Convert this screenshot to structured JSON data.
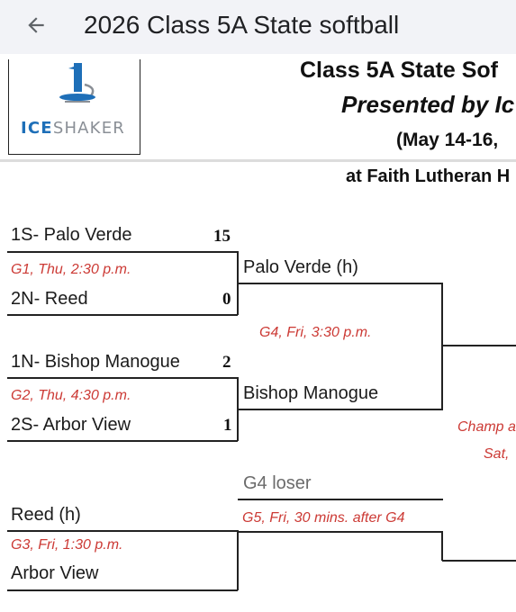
{
  "appbar": {
    "title": "2026 Class 5A State softball",
    "back_icon": "arrow-left-icon"
  },
  "logo": {
    "part1": "ICE",
    "part2": "SHAKER",
    "icon": "iceshaker-logo-icon"
  },
  "header": {
    "line1": "Class 5A State Sof",
    "line2": "Presented by Ic",
    "line3": "(May 14-16,",
    "line4": "at Faith Lutheran H"
  },
  "bracket": {
    "g1": {
      "team_top": "1S- Palo Verde",
      "score_top": "15",
      "game": "G1, Thu, 2:30 p.m.",
      "team_bottom": "2N- Reed",
      "score_bottom": "0"
    },
    "g2": {
      "team_top": "1N- Bishop Manogue",
      "score_top": "2",
      "game": "G2, Thu, 4:30 p.m.",
      "team_bottom": "2S- Arbor View",
      "score_bottom": "1"
    },
    "g3": {
      "team_top": "Reed (h)",
      "game": "G3, Fri, 1:30 p.m.",
      "team_bottom": "Arbor View"
    },
    "g4": {
      "team_top": "Palo Verde (h)",
      "game": "G4, Fri, 3:30 p.m.",
      "team_bottom": "Bishop Manogue"
    },
    "g5": {
      "team_top": "G4 loser",
      "game": "G5, Fri, 30 mins. after G4"
    },
    "champ": {
      "game": "Champ a",
      "day": "Sat,"
    }
  },
  "colors": {
    "game_info": "#cc3a35",
    "appbar_bg": "#f2f3f7",
    "logo_blue": "#1e6fb8"
  }
}
